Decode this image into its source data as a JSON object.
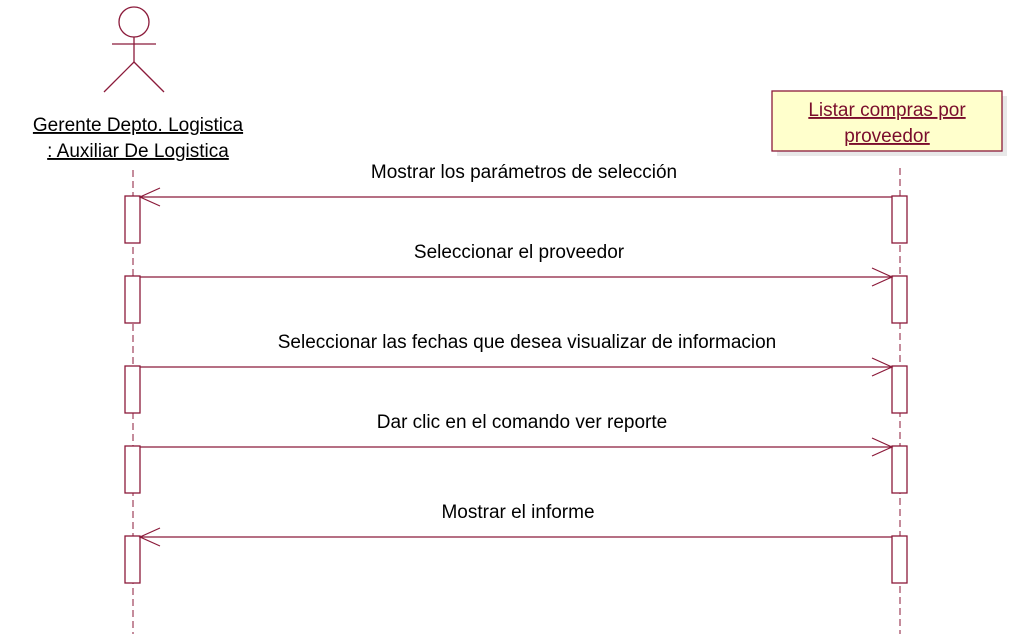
{
  "diagram": {
    "type": "sequence",
    "actor": {
      "line1": "Gerente Depto. Logistica",
      "line2": ": Auxiliar De Logistica"
    },
    "object": {
      "line1": "Listar compras por",
      "line2": "proveedor"
    },
    "messages": [
      {
        "label": "Mostrar los parámetros de selección",
        "direction": "to_actor"
      },
      {
        "label": "Seleccionar el proveedor",
        "direction": "to_object"
      },
      {
        "label": "Seleccionar las fechas que desea visualizar de informacion",
        "direction": "to_object"
      },
      {
        "label": "Dar clic en el comando ver reporte",
        "direction": "to_object"
      },
      {
        "label": "Mostrar el informe",
        "direction": "to_actor"
      }
    ]
  },
  "colors": {
    "line": "#8b1a3a",
    "object_fill": "#ffffcc",
    "text": "#000000",
    "object_text": "#7a0d2c"
  }
}
